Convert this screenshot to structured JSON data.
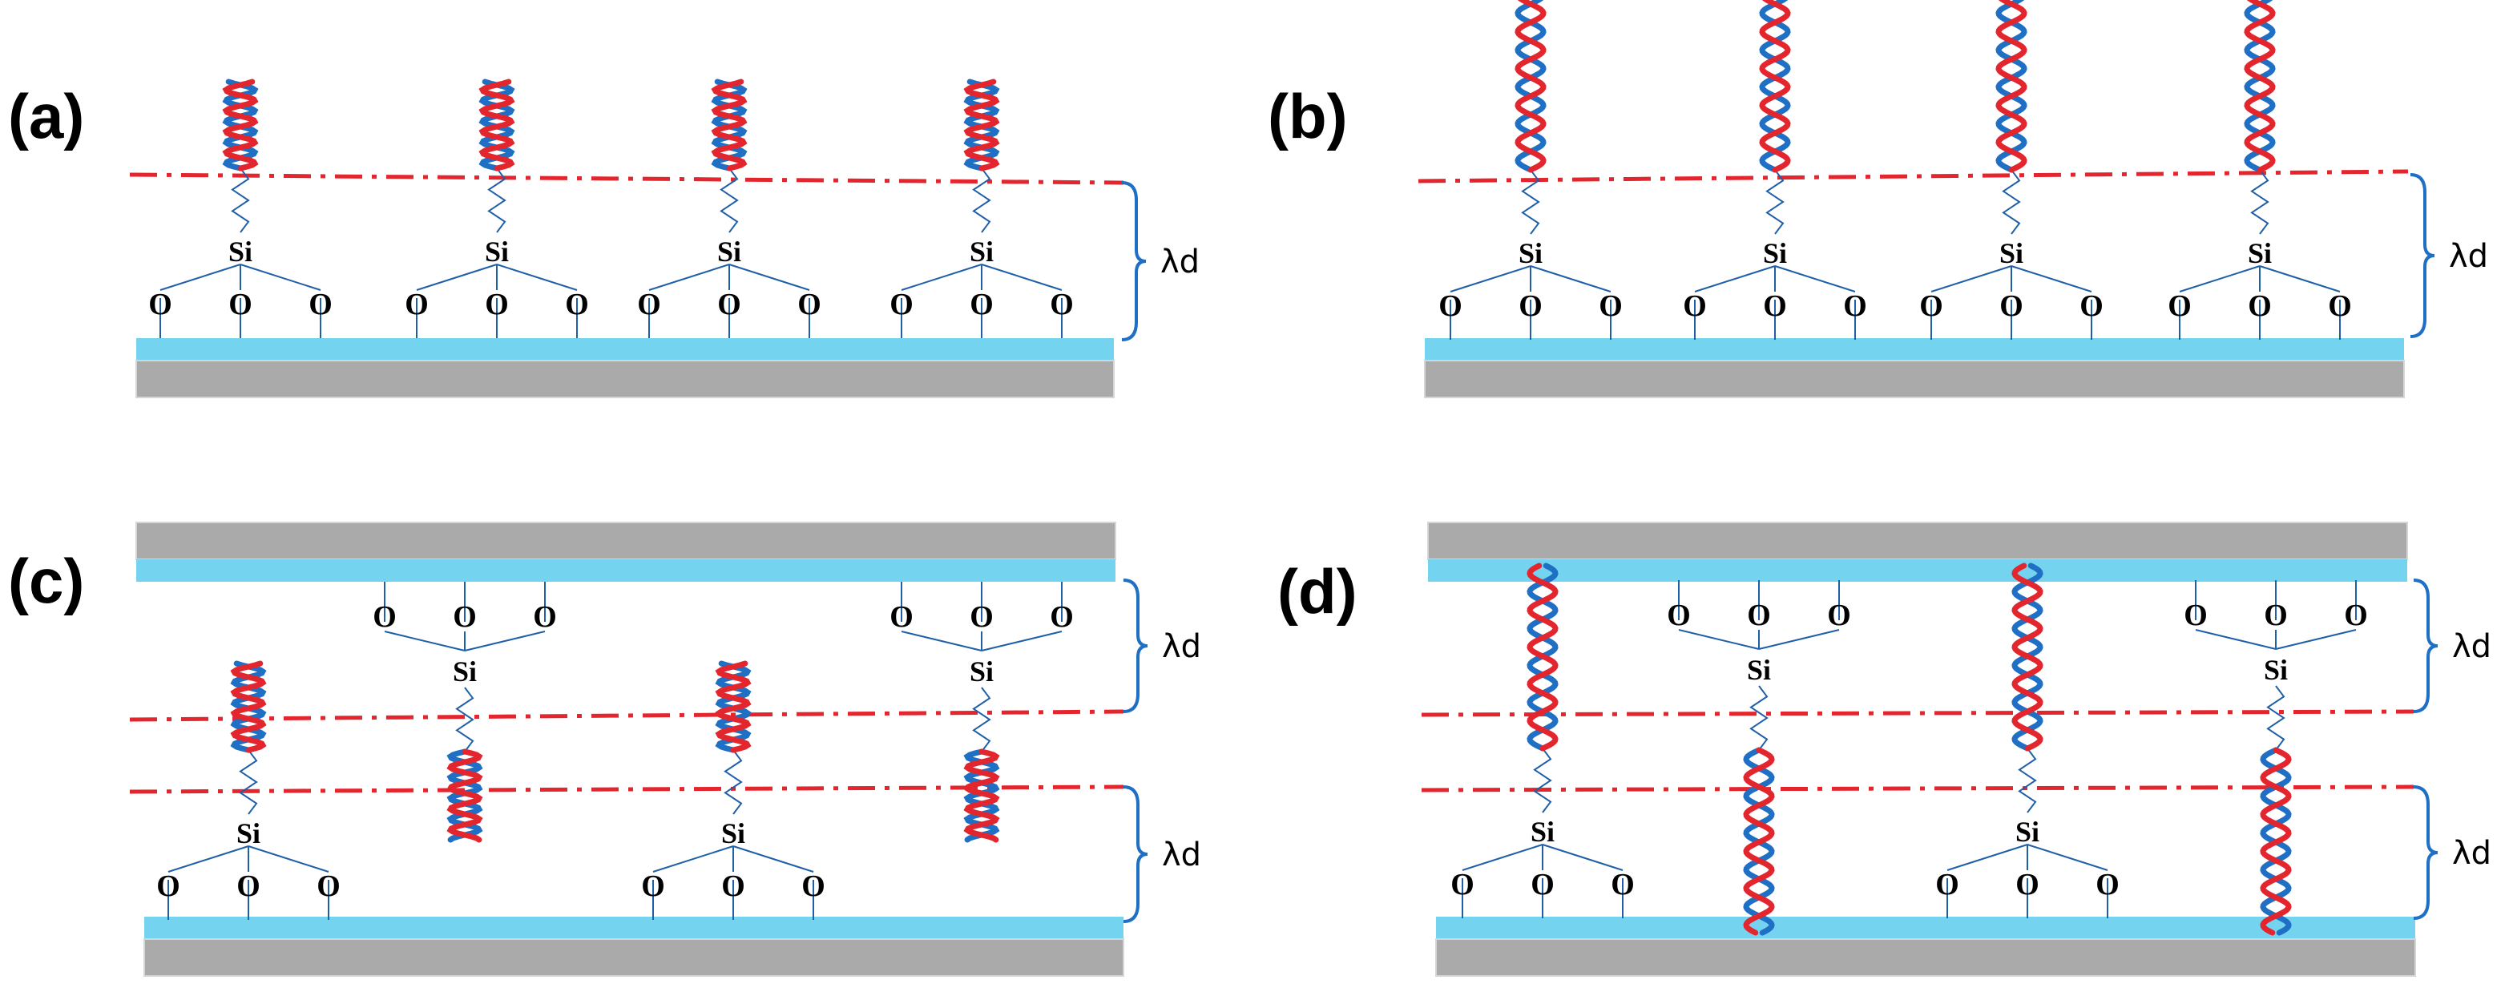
{
  "panels": [
    {
      "label": "(a)",
      "mode": "single-short"
    },
    {
      "label": "(b)",
      "mode": "single-long"
    },
    {
      "label": "(c)",
      "mode": "double-short"
    },
    {
      "label": "(d)",
      "mode": "double-long"
    }
  ],
  "atoms": {
    "oxygen": "O",
    "silicon": "Si"
  },
  "gap_label": "λd",
  "colors": {
    "substrate_top": "#74d3ef",
    "substrate_bottom": "#aaaaaa",
    "strand_a": "#e3262e",
    "strand_b": "#1f6fc4",
    "linker": "#1f5fa8",
    "dash_line": "#e3262e",
    "brace": "#1f6fc4"
  }
}
